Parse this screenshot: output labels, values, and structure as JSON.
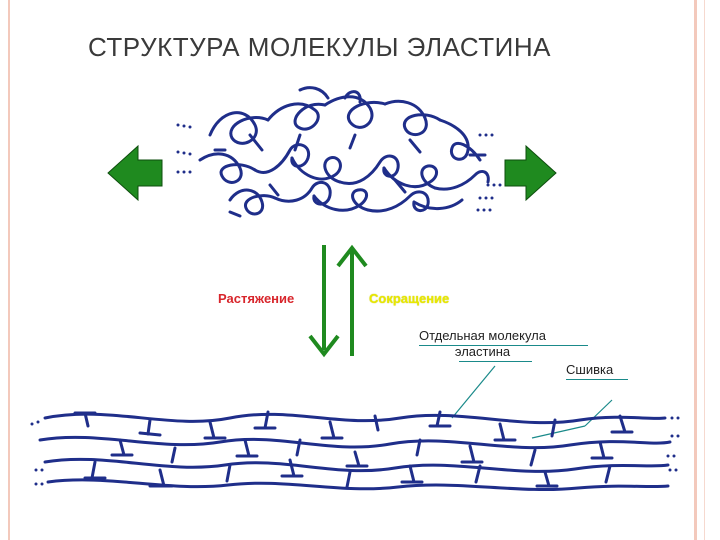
{
  "title": "СТРУКТУРА МОЛЕКУЛЫ ЭЛАСТИНА",
  "labels": {
    "stretch": "Растяжение",
    "contract": "Сокращение",
    "molecule_line1": "Отдельная молекула",
    "molecule_line2": "эластина",
    "crosslink": "Сшивка"
  },
  "colors": {
    "accent_frame": "#f3c9bc",
    "molecule": "#1f2e8a",
    "arrows": "#1f8a1f",
    "stretch_label": "#d8262c",
    "contract_label": "#e8e800",
    "pointer_lines": "#1a8a8a"
  },
  "icons": [
    "arrow-left-icon",
    "arrow-right-icon",
    "arrow-down-icon",
    "arrow-up-icon"
  ]
}
